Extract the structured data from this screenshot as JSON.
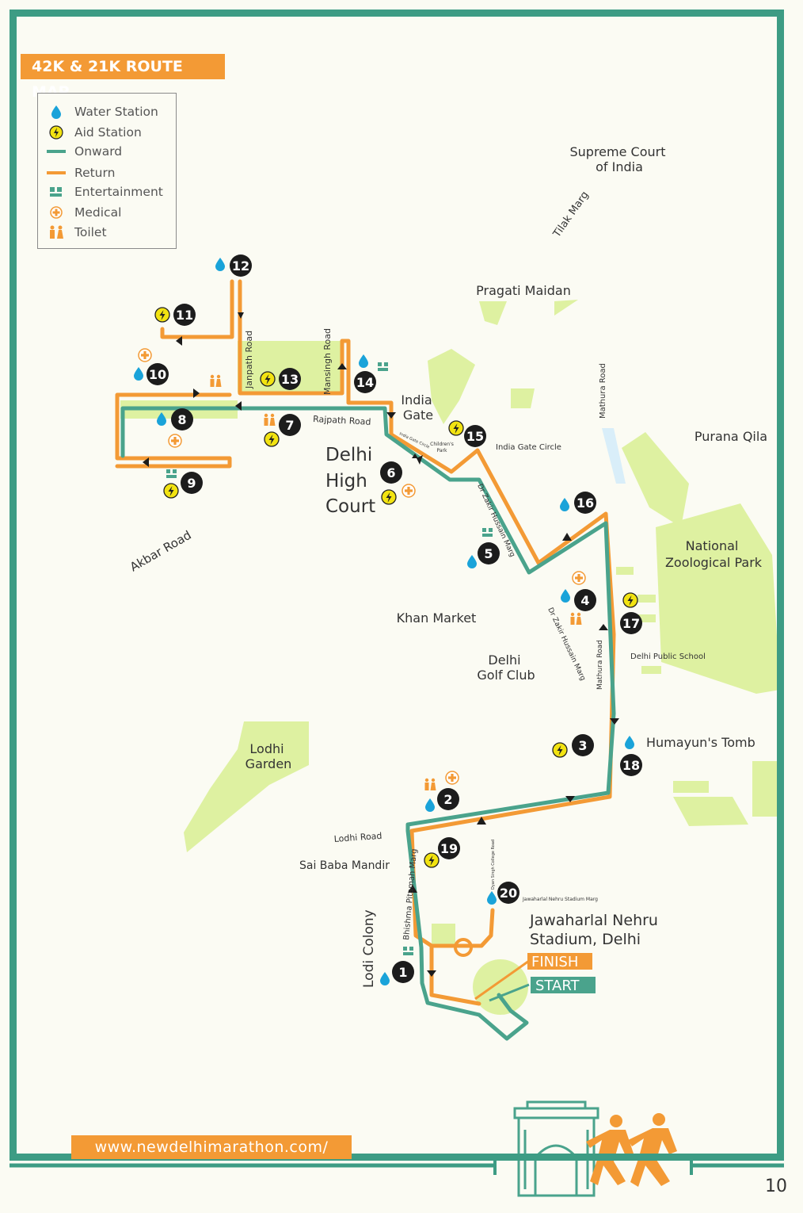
{
  "header": {
    "title": "42K & 21K ROUTE MAP"
  },
  "legend": {
    "items": [
      {
        "label": "Water Station",
        "icon": "water-drop-icon"
      },
      {
        "label": "Aid Station",
        "icon": "lightning-bolt-icon"
      },
      {
        "label": "Onward",
        "icon": "onward-line-icon"
      },
      {
        "label": "Return",
        "icon": "return-line-icon"
      },
      {
        "label": "Entertainment",
        "icon": "entertainment-icon"
      },
      {
        "label": "Medical",
        "icon": "medical-cross-icon"
      },
      {
        "label": "Toilet",
        "icon": "toilet-icon"
      }
    ]
  },
  "places": {
    "supreme_court": [
      "Supreme Court",
      "of India"
    ],
    "tilak_marg": "Tilak Marg",
    "pragati_maidan": "Pragati Maidan",
    "mathura_road_top": "Mathura Road",
    "purana_qila": "Purana Qila",
    "india_gate": [
      "India",
      "Gate"
    ],
    "india_gate_circle": "India Gate Circle",
    "india_gate_circle_small": "India Gate Circle",
    "childrens_park": [
      "Children's",
      "Park"
    ],
    "delhi_high_court": [
      "Delhi",
      "High",
      "Court"
    ],
    "rajpath_road": "Rajpath Road",
    "janpath_road": "Janpath Road",
    "mansingh_road": "Mansingh Road",
    "akbar_road": "Akbar Road",
    "dr_zakir_1": "Dr Zakir Hussain Marg",
    "dr_zakir_2": "Dr Zakir Hussain Marg",
    "national_zoo": [
      "National",
      "Zoological Park"
    ],
    "khan_market": "Khan Market",
    "delhi_golf_club": [
      "Delhi",
      "Golf Club"
    ],
    "delhi_public_school": "Delhi Public School",
    "mathura_road_mid": "Mathura Road",
    "humayuns_tomb": "Humayun's Tomb",
    "lodhi_garden": [
      "Lodhi",
      "Garden"
    ],
    "lodhi_road": "Lodhi Road",
    "sai_baba_mandir": "Sai Baba Mandir",
    "bhishma_pitamah_marg": "Bhishma Pitamah Marg",
    "lodi_colony": "Lodi Colony",
    "dyan_singh_college_road": "Dyan Singh College Road",
    "jln_stadium_marg": "Jawaharlal Nehru Stadium Marg",
    "jln_stadium": [
      "Jawaharlal Nehru",
      "Stadium, Delhi"
    ],
    "finish": "FINISH",
    "start": "START"
  },
  "markers": [
    "1",
    "2",
    "3",
    "4",
    "5",
    "6",
    "7",
    "8",
    "9",
    "10",
    "11",
    "12",
    "13",
    "14",
    "15",
    "16",
    "17",
    "18",
    "19",
    "20"
  ],
  "colors": {
    "onward": "#4aa38c",
    "return": "#f39a35",
    "park": "#def1a1",
    "frame": "#3d9c84",
    "water": "#1aa3d9",
    "aid": "#f2e311",
    "marker": "#1c1c1c"
  },
  "footer": {
    "url": "www.newdelhimarathon.com/",
    "page_number": "10"
  }
}
